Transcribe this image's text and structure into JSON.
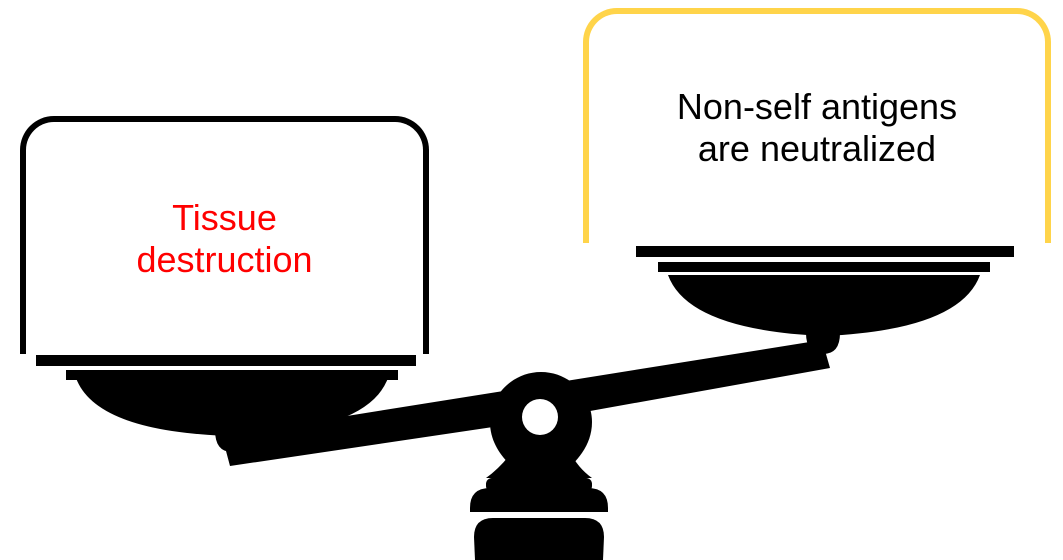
{
  "left_pan": {
    "label": "Tissue\ndestruction",
    "text_color": "#ff0000",
    "border_color": "#000000"
  },
  "right_pan": {
    "label": "Non-self antigens\nare neutralized",
    "text_color": "#000000",
    "border_color": "#ffd44a"
  },
  "scale": {
    "color": "#000000",
    "tilt": "left pan down, right pan up"
  }
}
